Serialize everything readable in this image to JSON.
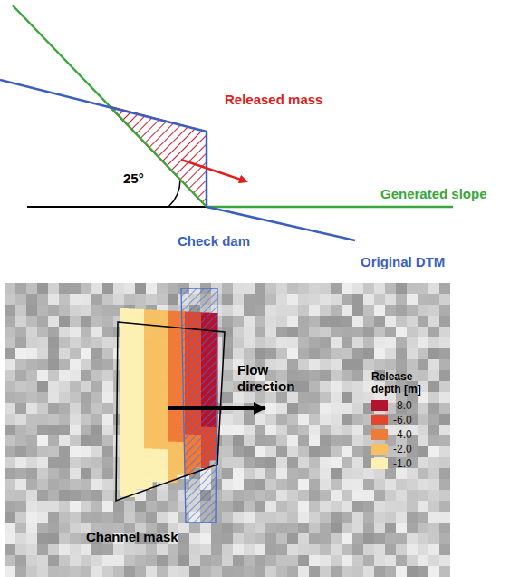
{
  "diagram": {
    "labels": [
      "Released mass",
      "Generated slope",
      "25°",
      "Check dam",
      "Original DTM",
      "Flow direction",
      "Channel mask",
      "Release depth [m]"
    ],
    "legend": [
      {
        "text": "-8.0",
        "color": "#b3132f"
      },
      {
        "text": "-6.0",
        "color": "#e2462b"
      },
      {
        "text": "-4.0",
        "color": "#f07b38"
      },
      {
        "text": "-2.0",
        "color": "#f7c163"
      },
      {
        "text": "-1.0",
        "color": "#fcf1b2"
      }
    ]
  }
}
